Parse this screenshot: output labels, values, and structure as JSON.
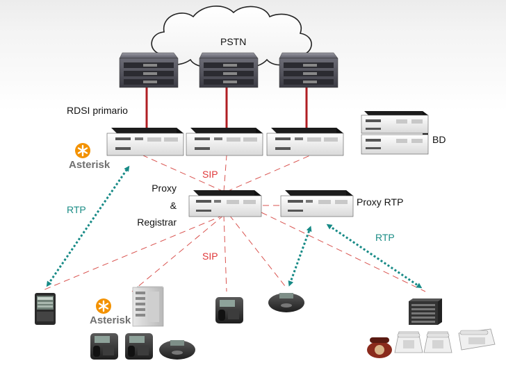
{
  "labels": {
    "pstn": "PSTN",
    "rdsi": "RDSI primario",
    "bd": "BD",
    "sip_top": "SIP",
    "sip_bottom": "SIP",
    "proxy_line1": "Proxy",
    "proxy_line2": "&",
    "proxy_line3": "Registrar",
    "proxy_rtp": "Proxy RTP",
    "rtp_left": "RTP",
    "rtp_right": "RTP",
    "asterisk_logo_top": "Asterisk",
    "asterisk_logo_bottom": "Asterisk"
  },
  "colors": {
    "trunk_line": "#b01e23",
    "sip_dashes": "#d9534f",
    "rtp_arrow": "#178a86",
    "sip_text": "#e0383a",
    "rtp_text": "#1a8c85",
    "asterisk_orange": "#f39200"
  },
  "icons": {
    "pstn_cloud": "cloud-icon",
    "isdn_switch": "rack-switch-icon",
    "asterisk_server": "pbx-appliance-icon",
    "database_server": "database-appliance-icon",
    "proxy": "proxy-appliance-icon",
    "softphone": "softphone-icon",
    "tower_server": "tower-server-icon",
    "ip_phone": "ip-phone-icon",
    "conference_phone": "conference-phone-icon",
    "gateway": "gateway-icon",
    "analog_phone": "analog-phone-icon"
  }
}
